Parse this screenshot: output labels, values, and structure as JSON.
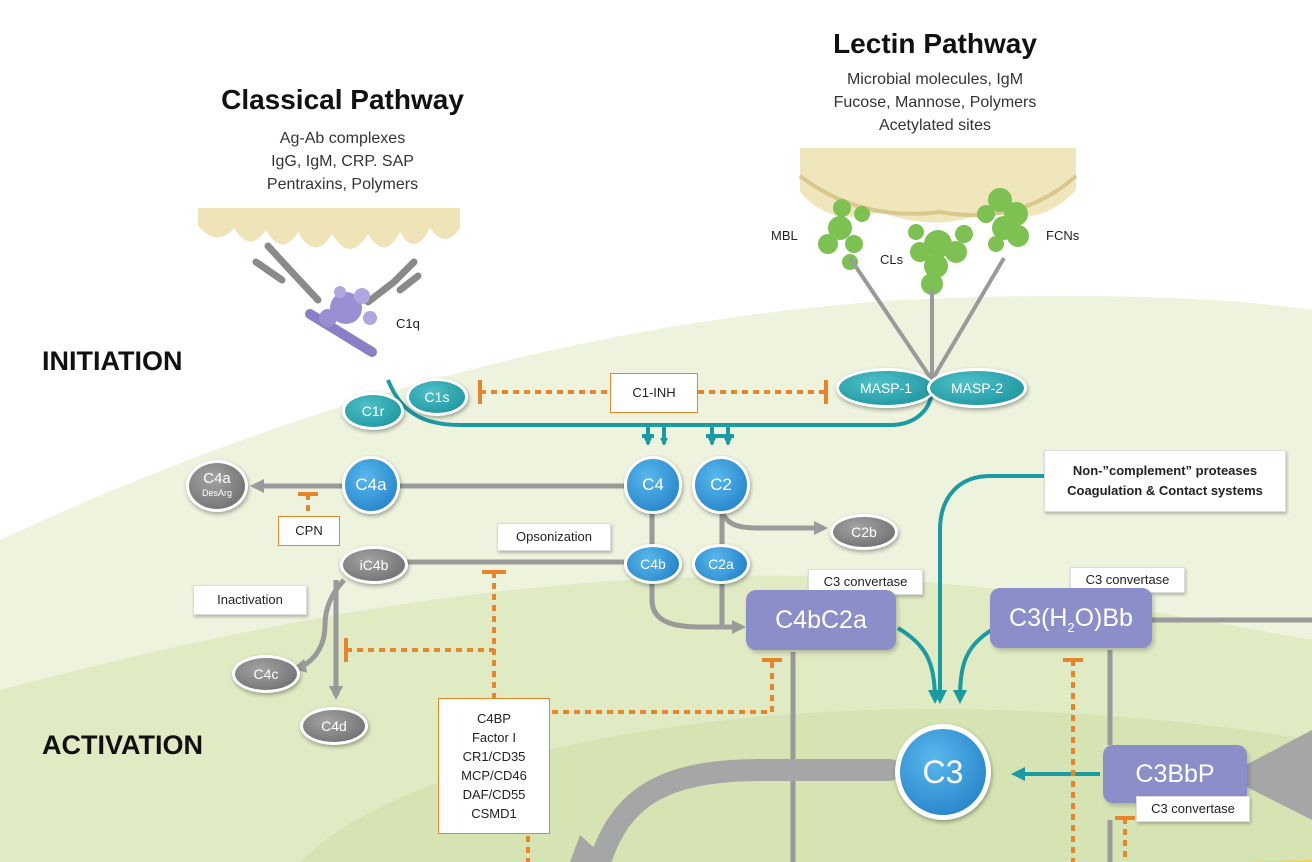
{
  "headers": {
    "classical": {
      "title": "Classical Pathway",
      "lines": [
        "Ag-Ab complexes",
        "IgG, IgM, CRP. SAP",
        "Pentraxins, Polymers"
      ]
    },
    "lectin": {
      "title": "Lectin Pathway",
      "lines": [
        "Microbial molecules, IgM",
        "Fucose, Mannose, Polymers",
        "Acetylated sites"
      ]
    }
  },
  "phases": {
    "initiation": "INITIATION",
    "activation": "ACTIVATION"
  },
  "labels": {
    "c1q": "C1q",
    "mbl": "MBL",
    "cls": "CLs",
    "fcns": "FCNs",
    "c1r": "C1r",
    "c1s": "C1s",
    "masp1": "MASP-1",
    "masp2": "MASP-2",
    "c1_inh": "C1-INH",
    "c4": "C4",
    "c2": "C2",
    "c4a": "C4a",
    "c4a_desarg": "C4a",
    "desarg": "DesArg",
    "cpn": "CPN",
    "c2b": "C2b",
    "c4b": "C4b",
    "c2a": "C2a",
    "ic4b": "iC4b",
    "c4c": "C4c",
    "c4d": "C4d",
    "opsonization": "Opsonization",
    "inactivation": "Inactivation",
    "c3_convertase_1": "C3 convertase",
    "c3_convertase_2": "C3 convertase",
    "c3_convertase_3": "C3 convertase",
    "c4bc2a": "C4bC2a",
    "c3h2obb_a": "C3(H",
    "c3h2obb_sub": "2",
    "c3h2obb_b": "O)Bb",
    "c3": "C3",
    "c3bbp": "C3BbP",
    "non_complement_1": "Non-”complement” proteases",
    "non_complement_2": "Coagulation & Contact systems",
    "regulators": [
      "C4BP",
      "Factor I",
      "CR1/CD35",
      "MCP/CD46",
      "DAF/CD55",
      "CSMD1"
    ]
  },
  "colors": {
    "teal": "#1a9aa3",
    "orange": "#e8842a",
    "grey_arrow": "#9a9a9a",
    "convertase": "#8b8ec9",
    "blue_node": "#1b79c2",
    "green_bg": "#e3ecca"
  },
  "icons": [
    "antibody-icon",
    "c1q-icon",
    "mbl-icon",
    "collectin-icon",
    "ficolin-icon",
    "pathogen-surface-icon"
  ]
}
